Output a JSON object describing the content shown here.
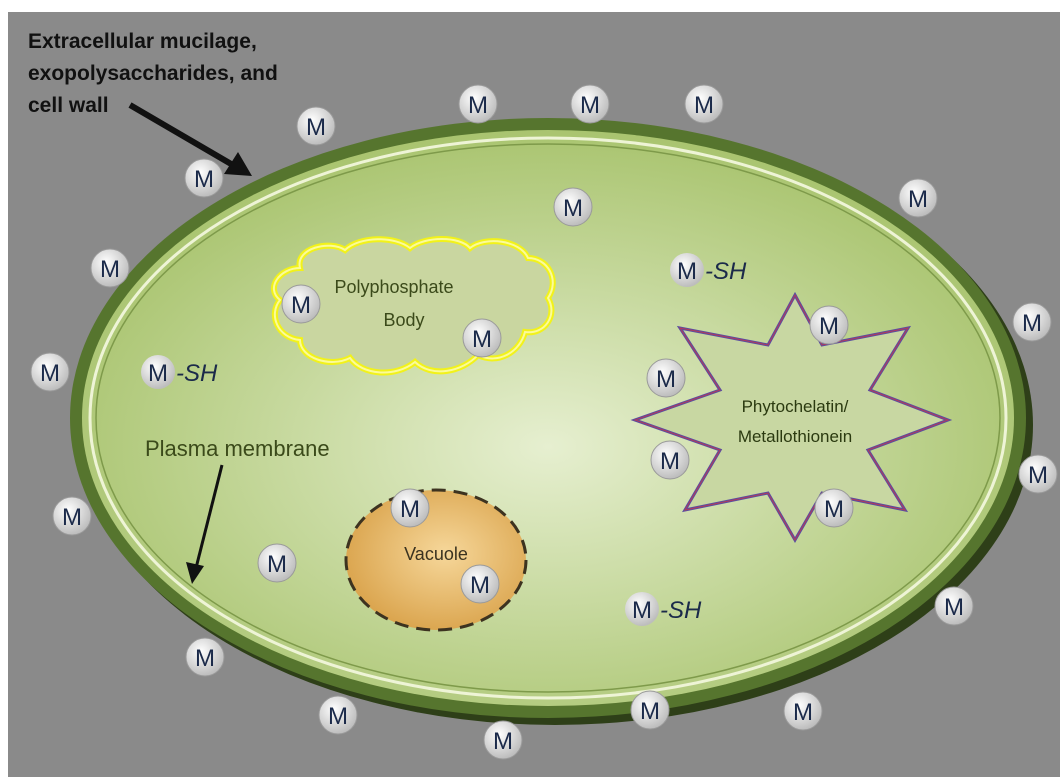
{
  "diagram": {
    "colors": {
      "background": "#8a8a8a",
      "cell_wall": "#4d6a2a",
      "cytoplasm": "#c9dba0",
      "membrane_line": "#e8efc8",
      "polyphosphate_outline": "#f2f21a",
      "vacuole_fill": "#e3b463",
      "phytochelatin_outline": "#5a4ea0",
      "metal_circle": "#dcdcdc",
      "text_dark": "#1b2a4a",
      "label_green": "#3b4a1a"
    },
    "labels": {
      "wall_line1": "Extracellular mucilage,",
      "wall_line2": "exopolysaccharides, and",
      "wall_line3": "cell wall",
      "membrane": "Plasma membrane",
      "poly_line1": "Polyphosphate",
      "poly_line2": "Body",
      "vacuole": "Vacuole",
      "phyto_line1": "Phytochelatin/",
      "phyto_line2": "Metallothionein"
    },
    "metal_symbol": "M",
    "thiol_suffix": "-SH"
  }
}
